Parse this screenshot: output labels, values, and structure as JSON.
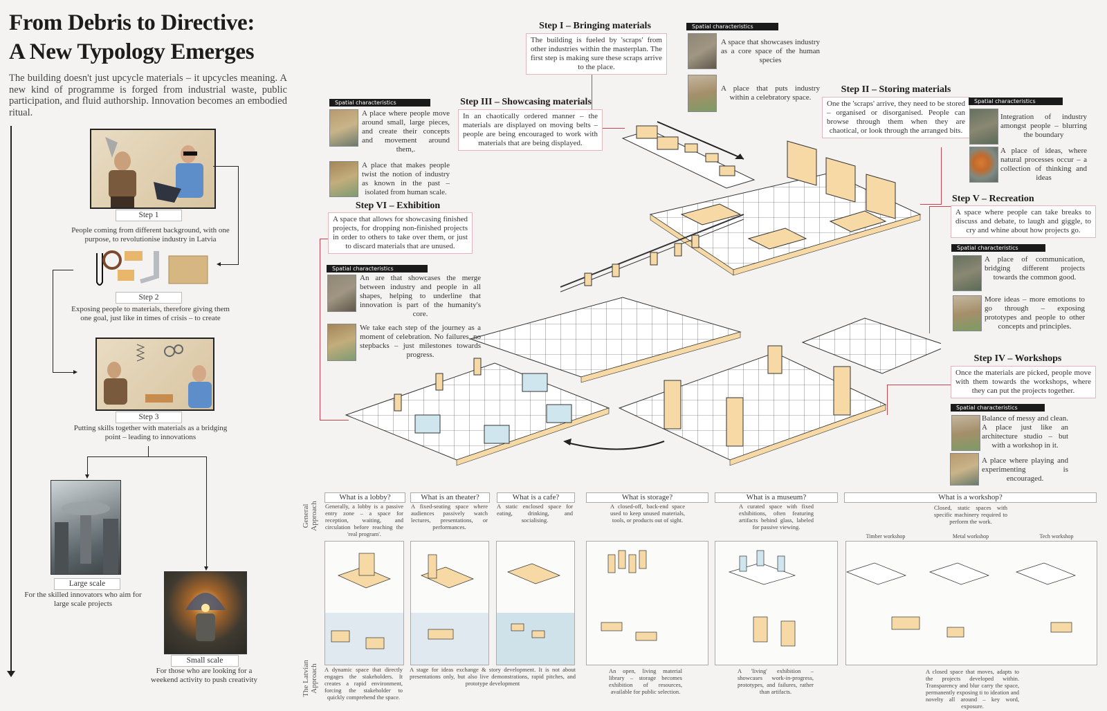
{
  "header": {
    "title_line1": "From Debris to Directive:",
    "title_line2": "A New Typology Emerges",
    "intro": "The building doesn't just upcycle materials – it upcycles meaning. A new kind of programme is forged from industrial waste, public participation, and fluid authorship. Innovation becomes an embodied ritual."
  },
  "left_flow": {
    "steps": [
      {
        "label": "Step 1",
        "caption": "People coming from different background, with one purpose, to revolutionise industry in Latvia"
      },
      {
        "label": "Step 2",
        "caption": "Exposing people to materials, therefore giving them one goal, just like in times of crisis – to create"
      },
      {
        "label": "Step 3",
        "caption": "Putting skills together with materials as a bridging point – leading to innovations"
      }
    ],
    "scales": [
      {
        "label": "Large scale",
        "caption": "For the skilled innovators who aim for large scale projects"
      },
      {
        "label": "Small scale",
        "caption": "For those who are looking for a weekend activity to push creativity"
      }
    ]
  },
  "spatial_label": "Spatial characteristics",
  "steps": {
    "s1": {
      "title": "Step I – Bringing materials",
      "text": "The building is fueled by 'scraps' from other industries within the masterplan. The first step is making sure these scraps arrive to the place.",
      "spatial": [
        "A space that showcases industry as a core space of the human species",
        "A place that puts industry within a celebratory space."
      ]
    },
    "s2": {
      "title": "Step II – Storing materials",
      "text": "One the 'scraps' arrive, they need to be stored – organised or disorganised. People can browse through them when they are chaotical, or look through the arranged bits.",
      "spatial": [
        "Integration of industry amongst people – blurring the boundary",
        "A place of ideas, where natural processes occur – a collection of thinking and ideas"
      ]
    },
    "s3": {
      "title": "Step III – Showcasing materials",
      "text": "In an chaotically ordered manner – the materials are displayed on moving belts – people are being encouraged to work with materials that are being displayed.",
      "spatial": [
        "A place where people move around small, large pieces, and create their concepts and movement around them,.",
        "A place that makes people twist the notion of industry as known in the past – isolated from human scale."
      ]
    },
    "s4": {
      "title": "Step IV – Workshops",
      "text": "Once the materials are picked, people move with them towards the workshops, where they can put the projects together.",
      "spatial": [
        "Balance of messy and clean. A place just like an architecture studio – but with a workshop in it.",
        "A place where playing and experimenting is encouraged."
      ]
    },
    "s5": {
      "title": "Step V – Recreation",
      "text": "A space where people can take breaks to discuss and debate, to laugh and giggle, to cry and whine about how projects go.",
      "spatial": [
        "A place of communication, bridging different projects towards the common good.",
        "More ideas – more emotions to go through – exposing prototypes and people to other concepts and principles."
      ]
    },
    "s6": {
      "title": "Step VI – Exhibition",
      "text": "A space that allows for showcasing finished projects, for dropping non-finished projects in order to others to take over them, or just to discard materials that are unused.",
      "spatial": [
        "An are that showcases the merge between industry and people in all shapes, helping to underline that innovation is part of the humanity's core.",
        "We take each step of the journey as a moment of celebration. No failures, no stepbacks – just milestones towards progress."
      ]
    }
  },
  "comparison": {
    "row_labels": {
      "general": "General Approach",
      "latvian": "The Latvian Approach"
    },
    "columns": [
      {
        "question": "What is a lobby?",
        "general": "Generally, a lobby is a passive entry zone – a space for reception, waiting, and circulation before reaching the 'real program'.",
        "latvian": "A dynamic space that directly engages the stakeholders. It creates a rapid environment, forcing the stakeholder to quickly comprehend the space."
      },
      {
        "question": "What is an theater?",
        "general": "A fixed-seating space where audiences passively watch lectures, presentations, or performances.",
        "latvian": "A stage for ideas exchange & story development. It is not about presentations only, but also live demonstrations, rapid pitches, and prototype development"
      },
      {
        "question": "What is a cafe?",
        "general": "A static enclosed space for eating, drinking, and socialising.",
        "latvian": ""
      },
      {
        "question": "What is storage?",
        "general": "A closed-off, back-end space used to keep unused materials, tools, or products out of sight.",
        "latvian": "An open, living material library – storage becomes exhibition of resources, available for public selection."
      },
      {
        "question": "What is a museum?",
        "general": "A curated space with fixed exhibitions, often featuring artifacts behind glass, labeled for passive viewing.",
        "latvian": "A 'living' exhibition – showcases work-in-progress, prototypes, and failures, rather than artifacts."
      },
      {
        "question": "What is a workshop?",
        "general": "Closed, static spaces with specific machinery required to perform the work.",
        "latvian": "A closed space that moves, adapts to the projects developed within. Transparency and blur carry the space, permanently exposing ti to ideation and novelty all around – key word, exposure."
      }
    ],
    "workshop_types": [
      "Timber workshop",
      "Metal workshop",
      "Tech workshop"
    ]
  },
  "colors": {
    "accent_red": "#c9434f",
    "wood": "#f6d9a4",
    "glass": "#cfe6ee",
    "background": "#f4f3f1"
  }
}
